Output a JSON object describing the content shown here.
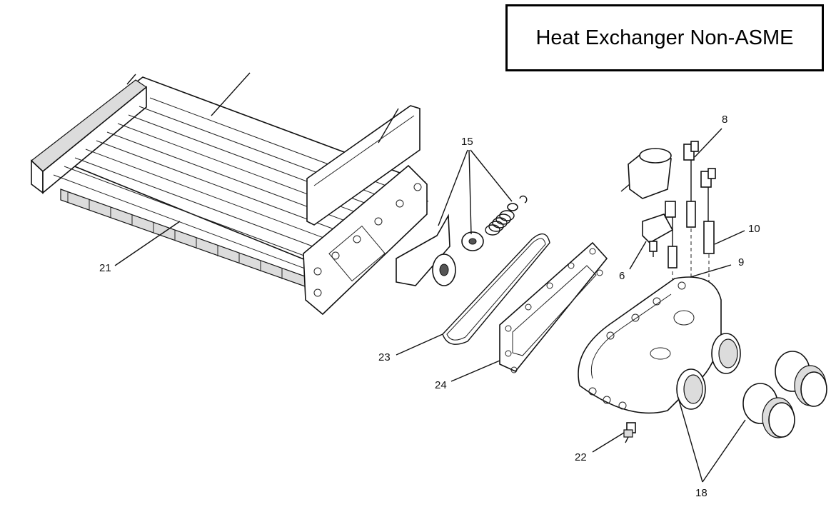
{
  "title": "Heat Exchanger Non-ASME",
  "callouts": [
    {
      "id": "c8",
      "label": "8"
    },
    {
      "id": "c15",
      "label": "15"
    },
    {
      "id": "c10",
      "label": "10"
    },
    {
      "id": "c9",
      "label": "9"
    },
    {
      "id": "c6",
      "label": "6"
    },
    {
      "id": "c21",
      "label": "21"
    },
    {
      "id": "c23",
      "label": "23"
    },
    {
      "id": "c24",
      "label": "24"
    },
    {
      "id": "c22",
      "label": "22"
    },
    {
      "id": "c18",
      "label": "18"
    }
  ]
}
